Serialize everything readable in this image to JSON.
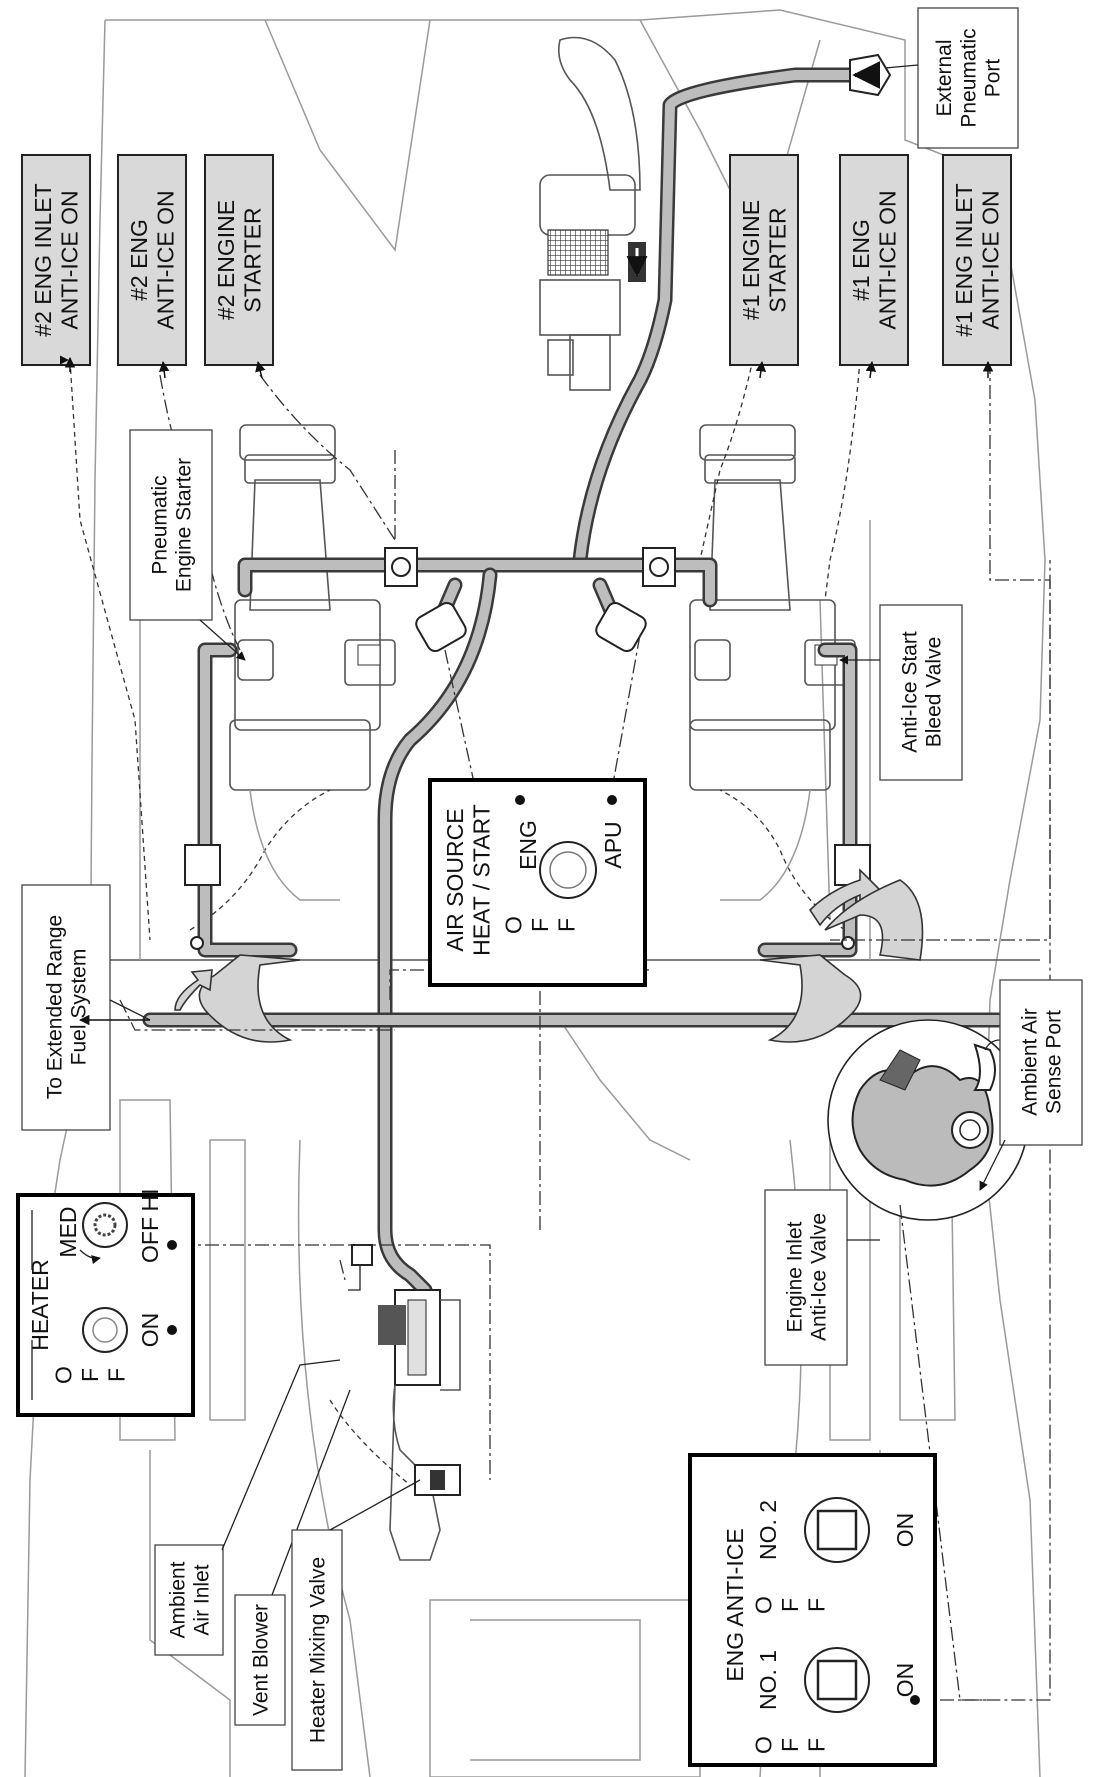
{
  "annunciators": {
    "eng2_inlet_anti_ice_on": "#2 ENG INLET\nANTI-ICE ON",
    "eng2_anti_ice_on": "#2 ENG\nANTI-ICE ON",
    "eng2_starter": "#2 ENGINE\nSTARTER",
    "eng1_starter": "#1 ENGINE\nSTARTER",
    "eng1_anti_ice_on": "#1 ENG\nANTI-ICE ON",
    "eng1_inlet_anti_ice_on": "#1 ENG INLET\nANTI-ICE ON"
  },
  "callouts": {
    "external_pneumatic_port": "External\nPneumatic\nPort",
    "pneumatic_engine_starter": "Pneumatic\nEngine Starter",
    "anti_ice_start_bleed_valve": "Anti-Ice Start\nBleed Valve",
    "extended_range_fuel": "To Extended Range\nFuel System",
    "ambient_air_sense_port": "Ambient Air\nSense Port",
    "engine_inlet_anti_ice_valve": "Engine Inlet\nAnti-Ice Valve",
    "ambient_air_inlet": "Ambient\nAir Inlet",
    "vent_blower": "Vent Blower",
    "heater_mixing_valve": "Heater Mixing Valve"
  },
  "air_source_panel": {
    "title": "AIR SOURCE\nHEAT / START",
    "off": "O\nF\nF",
    "eng": "ENG",
    "apu": "APU"
  },
  "heater_panel": {
    "title": "HEATER",
    "off": "O\nF\nF",
    "on": "ON",
    "med": "MED",
    "off_pos": "OFF",
    "hi": "HI"
  },
  "anti_ice_panel": {
    "title": "ENG ANTI-ICE",
    "no1": "NO. 1",
    "no2": "NO. 2",
    "off1": "O\nF\nF",
    "off2": "O\nF\nF",
    "on1": "ON",
    "on2": "ON"
  }
}
